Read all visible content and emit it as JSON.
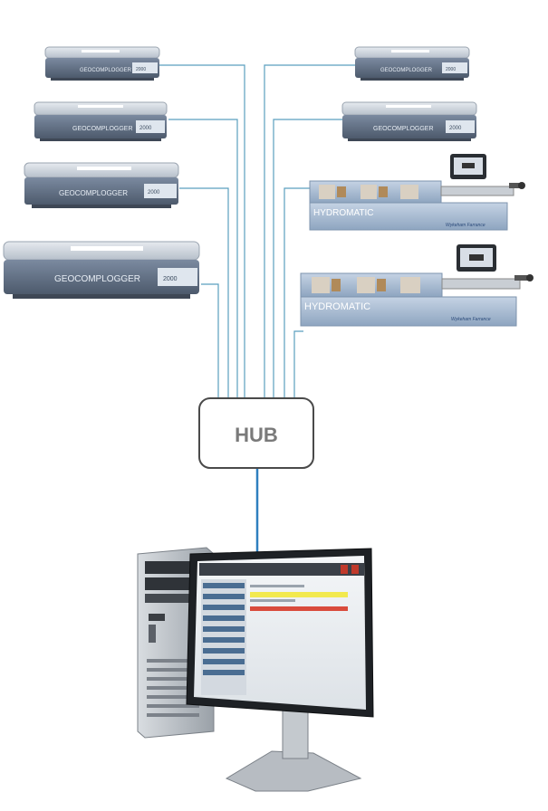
{
  "hub": {
    "label": "HUB"
  },
  "loggers": [
    {
      "brand": "GEOCOMPLOGGER",
      "model": "2000"
    },
    {
      "brand": "GEOCOMPLOGGER",
      "model": "2000"
    },
    {
      "brand": "GEOCOMPLOGGER",
      "model": "2000"
    },
    {
      "brand": "GEOCOMPLOGGER",
      "model": "2000"
    },
    {
      "brand": "GEOCOMPLOGGER",
      "model": "2000"
    },
    {
      "brand": "GEOCOMPLOGGER",
      "model": "2000"
    }
  ],
  "pumps": [
    {
      "label": "HYDROMATIC",
      "maker": "Wykeham Farrance"
    },
    {
      "label": "HYDROMATIC",
      "maker": "Wykeham Farrance"
    }
  ],
  "colors": {
    "cable": "#5a9fbf",
    "hub_cable": "#2e7fbf",
    "device_body": "#6d7d92",
    "pump_body": "#9fb3cc"
  },
  "icons": [
    "logger-device-icon",
    "hydromatic-pump-icon",
    "hub-box",
    "computer-tower-icon",
    "monitor-icon"
  ]
}
